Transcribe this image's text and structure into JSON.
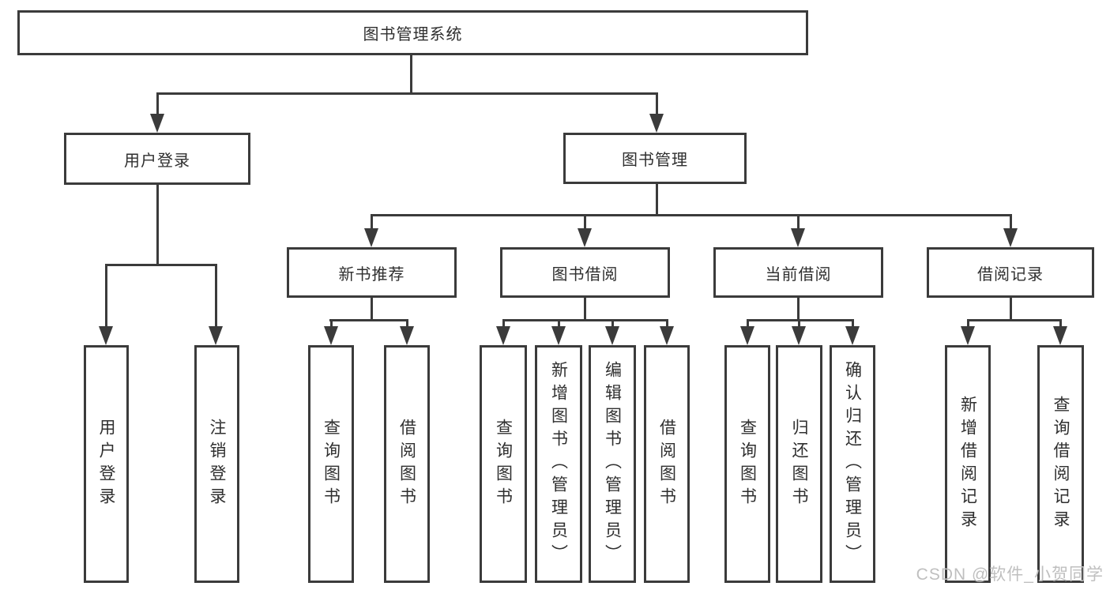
{
  "tree": {
    "root": {
      "label": "图书管理系统"
    },
    "level2": [
      {
        "label": "用户登录",
        "children": [
          {
            "label": "用户登录"
          },
          {
            "label": "注销登录"
          }
        ]
      },
      {
        "label": "图书管理",
        "children": [
          {
            "label": "新书推荐",
            "children": [
              {
                "label": "查询图书"
              },
              {
                "label": "借阅图书"
              }
            ]
          },
          {
            "label": "图书借阅",
            "children": [
              {
                "label": "查询图书"
              },
              {
                "label": "新增图书（管理员）"
              },
              {
                "label": "编辑图书（管理员）"
              },
              {
                "label": "借阅图书"
              }
            ]
          },
          {
            "label": "当前借阅",
            "children": [
              {
                "label": "查询图书"
              },
              {
                "label": "归还图书"
              },
              {
                "label": "确认归还（管理员）"
              }
            ]
          },
          {
            "label": "借阅记录",
            "children": [
              {
                "label": "新增借阅记录"
              },
              {
                "label": "查询借阅记录"
              }
            ]
          }
        ]
      }
    ]
  },
  "watermark": {
    "text": "CSDN @软件_小贺同学"
  },
  "colors": {
    "line": "#3b3b3b",
    "text": "#2f2f2f",
    "box_bg": "#ffffff",
    "watermark": "#bfbfbf"
  }
}
